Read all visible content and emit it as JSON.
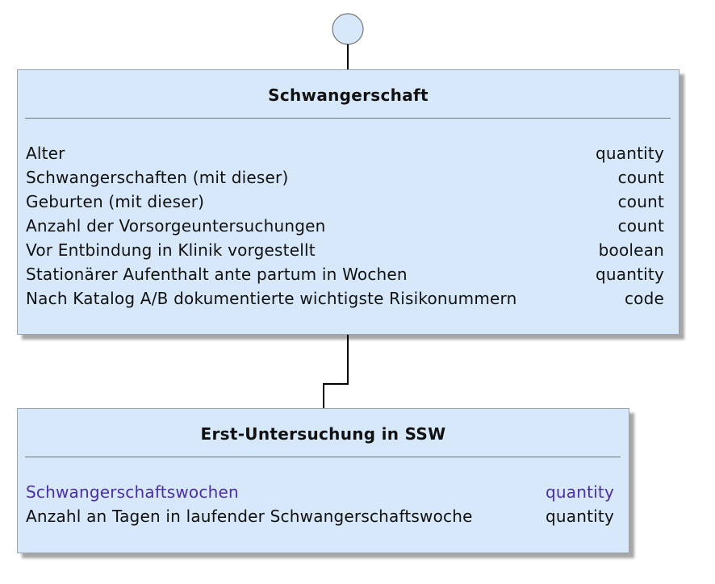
{
  "diagram": {
    "boxes": [
      {
        "title": "Schwangerschaft",
        "attributes": [
          {
            "name": "Alter",
            "type": "quantity"
          },
          {
            "name": "Schwangerschaften (mit dieser)",
            "type": "count"
          },
          {
            "name": "Geburten (mit dieser)",
            "type": "count"
          },
          {
            "name": "Anzahl der Vorsorgeuntersuchungen",
            "type": "count"
          },
          {
            "name": "Vor Entbindung in Klinik vorgestellt",
            "type": "boolean"
          },
          {
            "name": "Stationärer Aufenthalt ante partum in Wochen",
            "type": "quantity"
          },
          {
            "name": "Nach Katalog A/B dokumentierte wichtigste Risikonummern",
            "type": "code"
          }
        ]
      },
      {
        "title": "Erst-Untersuchung in SSW",
        "attributes": [
          {
            "name": "Schwangerschaftswochen",
            "type": "quantity",
            "highlighted": true
          },
          {
            "name": "Anzahl an Tagen in laufender Schwangerschaftswoche",
            "type": "quantity"
          }
        ]
      }
    ],
    "colors": {
      "box_fill": "#d6e8fa",
      "highlight_text": "#4b2ea3",
      "root_circle_fill": "#d6e8fa"
    }
  }
}
